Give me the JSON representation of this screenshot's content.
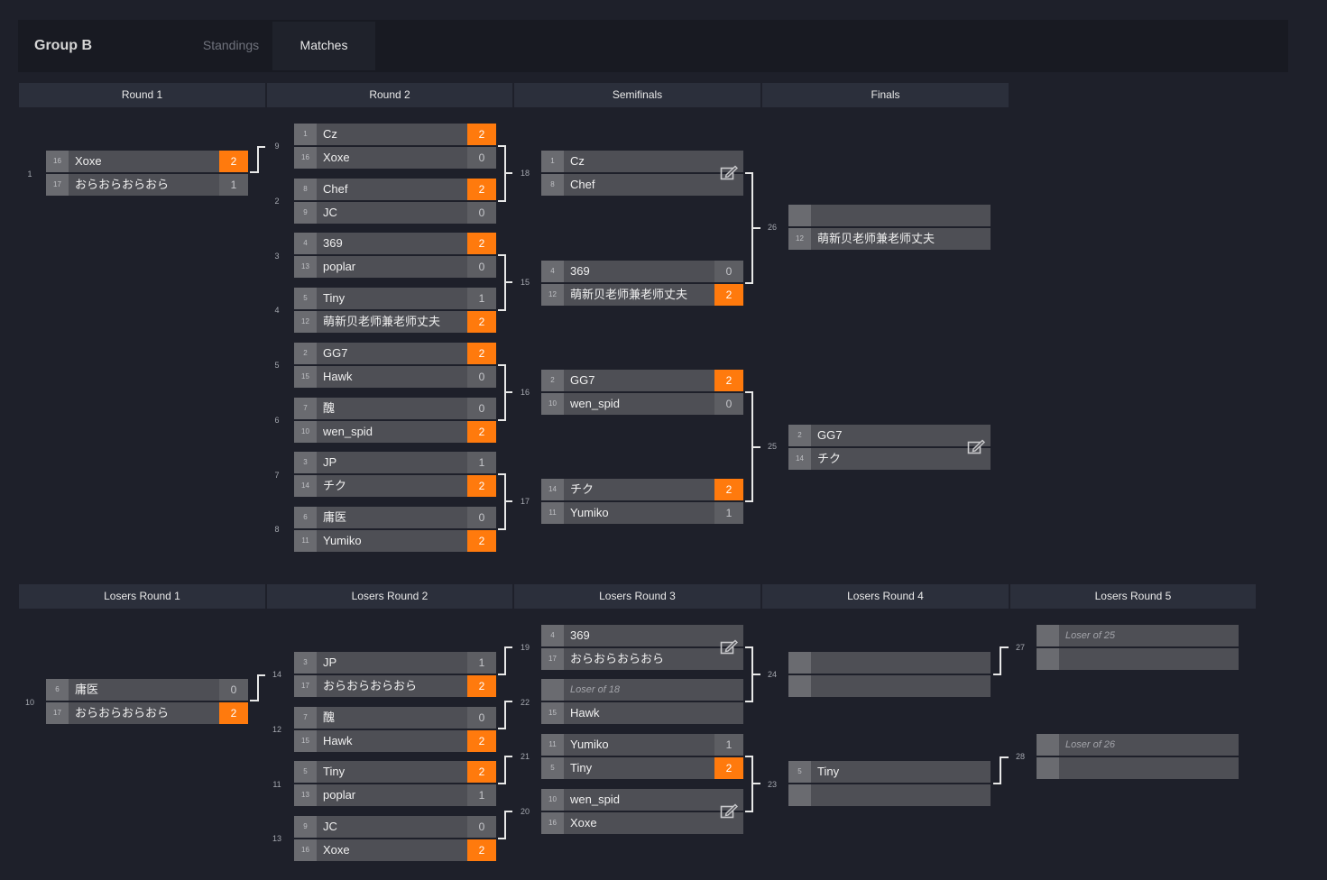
{
  "header": {
    "group_title": "Group B",
    "tabs": [
      {
        "label": "Standings",
        "active": false
      },
      {
        "label": "Matches",
        "active": true
      }
    ]
  },
  "colors": {
    "win_accent": "#ff7a0d",
    "background": "#1e202a",
    "slot": "#4e4f55"
  },
  "winners_bracket": {
    "rounds": [
      "Round 1",
      "Round 2",
      "Semifinals",
      "Finals"
    ],
    "matches": [
      {
        "id": "1",
        "p1": {
          "seed": "16",
          "name": "Xoxe",
          "score": "2",
          "win": true
        },
        "p2": {
          "seed": "17",
          "name": "おらおらおらおら",
          "score": "1",
          "win": false
        }
      },
      {
        "id": "9",
        "p1": {
          "seed": "1",
          "name": "Cz",
          "score": "2",
          "win": true
        },
        "p2": {
          "seed": "16",
          "name": "Xoxe",
          "score": "0",
          "win": false
        }
      },
      {
        "id": "2",
        "p1": {
          "seed": "8",
          "name": "Chef",
          "score": "2",
          "win": true
        },
        "p2": {
          "seed": "9",
          "name": "JC",
          "score": "0",
          "win": false
        }
      },
      {
        "id": "3",
        "p1": {
          "seed": "4",
          "name": "369",
          "score": "2",
          "win": true
        },
        "p2": {
          "seed": "13",
          "name": "poplar",
          "score": "0",
          "win": false
        }
      },
      {
        "id": "4",
        "p1": {
          "seed": "5",
          "name": "Tiny",
          "score": "1",
          "win": false
        },
        "p2": {
          "seed": "12",
          "name": "萌新贝老师兼老师丈夫",
          "score": "2",
          "win": true
        }
      },
      {
        "id": "5",
        "p1": {
          "seed": "2",
          "name": "GG7",
          "score": "2",
          "win": true
        },
        "p2": {
          "seed": "15",
          "name": "Hawk",
          "score": "0",
          "win": false
        }
      },
      {
        "id": "6",
        "p1": {
          "seed": "7",
          "name": "醜",
          "score": "0",
          "win": false
        },
        "p2": {
          "seed": "10",
          "name": "wen_spid",
          "score": "2",
          "win": true
        }
      },
      {
        "id": "7",
        "p1": {
          "seed": "3",
          "name": "JP",
          "score": "1",
          "win": false
        },
        "p2": {
          "seed": "14",
          "name": "チク",
          "score": "2",
          "win": true
        }
      },
      {
        "id": "8",
        "p1": {
          "seed": "6",
          "name": "庸医",
          "score": "0",
          "win": false
        },
        "p2": {
          "seed": "11",
          "name": "Yumiko",
          "score": "2",
          "win": true
        }
      },
      {
        "id": "18",
        "p1": {
          "seed": "1",
          "name": "Cz",
          "score": "",
          "win": false
        },
        "p2": {
          "seed": "8",
          "name": "Chef",
          "score": "",
          "win": false
        }
      },
      {
        "id": "15",
        "p1": {
          "seed": "4",
          "name": "369",
          "score": "0",
          "win": false
        },
        "p2": {
          "seed": "12",
          "name": "萌新贝老师兼老师丈夫",
          "score": "2",
          "win": true
        }
      },
      {
        "id": "16",
        "p1": {
          "seed": "2",
          "name": "GG7",
          "score": "2",
          "win": true
        },
        "p2": {
          "seed": "10",
          "name": "wen_spid",
          "score": "0",
          "win": false
        }
      },
      {
        "id": "17",
        "p1": {
          "seed": "14",
          "name": "チク",
          "score": "2",
          "win": true
        },
        "p2": {
          "seed": "11",
          "name": "Yumiko",
          "score": "1",
          "win": false
        }
      },
      {
        "id": "26",
        "p1": {
          "seed": "",
          "name": "",
          "score": "",
          "win": false
        },
        "p2": {
          "seed": "12",
          "name": "萌新贝老师兼老师丈夫",
          "score": "",
          "win": false
        }
      },
      {
        "id": "25",
        "p1": {
          "seed": "2",
          "name": "GG7",
          "score": "",
          "win": false
        },
        "p2": {
          "seed": "14",
          "name": "チク",
          "score": "",
          "win": false
        }
      }
    ]
  },
  "losers_bracket": {
    "rounds": [
      "Losers Round 1",
      "Losers Round 2",
      "Losers Round 3",
      "Losers Round 4",
      "Losers Round 5"
    ],
    "matches": [
      {
        "id": "10",
        "p1": {
          "seed": "6",
          "name": "庸医",
          "score": "0",
          "win": false
        },
        "p2": {
          "seed": "17",
          "name": "おらおらおらおら",
          "score": "2",
          "win": true
        }
      },
      {
        "id": "14",
        "p1": {
          "seed": "3",
          "name": "JP",
          "score": "1",
          "win": false
        },
        "p2": {
          "seed": "17",
          "name": "おらおらおらおら",
          "score": "2",
          "win": true
        }
      },
      {
        "id": "12",
        "p1": {
          "seed": "7",
          "name": "醜",
          "score": "0",
          "win": false
        },
        "p2": {
          "seed": "15",
          "name": "Hawk",
          "score": "2",
          "win": true
        }
      },
      {
        "id": "11",
        "p1": {
          "seed": "5",
          "name": "Tiny",
          "score": "2",
          "win": true
        },
        "p2": {
          "seed": "13",
          "name": "poplar",
          "score": "1",
          "win": false
        }
      },
      {
        "id": "13",
        "p1": {
          "seed": "9",
          "name": "JC",
          "score": "0",
          "win": false
        },
        "p2": {
          "seed": "16",
          "name": "Xoxe",
          "score": "2",
          "win": true
        }
      },
      {
        "id": "19",
        "p1": {
          "seed": "4",
          "name": "369",
          "score": "",
          "win": false
        },
        "p2": {
          "seed": "17",
          "name": "おらおらおらおら",
          "score": "",
          "win": false
        }
      },
      {
        "id": "22",
        "p1": {
          "seed": "",
          "name": "Loser of 18",
          "placeholder": true,
          "score": "",
          "win": false
        },
        "p2": {
          "seed": "15",
          "name": "Hawk",
          "score": "",
          "win": false
        }
      },
      {
        "id": "21",
        "p1": {
          "seed": "11",
          "name": "Yumiko",
          "score": "1",
          "win": false
        },
        "p2": {
          "seed": "5",
          "name": "Tiny",
          "score": "2",
          "win": true
        }
      },
      {
        "id": "20",
        "p1": {
          "seed": "10",
          "name": "wen_spid",
          "score": "",
          "win": false
        },
        "p2": {
          "seed": "16",
          "name": "Xoxe",
          "score": "",
          "win": false
        }
      },
      {
        "id": "24",
        "p1": {
          "seed": "",
          "name": "",
          "score": "",
          "win": false
        },
        "p2": {
          "seed": "",
          "name": "",
          "score": "",
          "win": false
        }
      },
      {
        "id": "23",
        "p1": {
          "seed": "5",
          "name": "Tiny",
          "score": "",
          "win": false
        },
        "p2": {
          "seed": "",
          "name": "",
          "score": "",
          "win": false
        }
      },
      {
        "id": "27",
        "p1": {
          "seed": "",
          "name": "Loser of 25",
          "placeholder": true,
          "score": "",
          "win": false
        },
        "p2": {
          "seed": "",
          "name": "",
          "score": "",
          "win": false
        }
      },
      {
        "id": "28",
        "p1": {
          "seed": "",
          "name": "Loser of 26",
          "placeholder": true,
          "score": "",
          "win": false
        },
        "p2": {
          "seed": "",
          "name": "",
          "score": "",
          "win": false
        }
      }
    ]
  }
}
